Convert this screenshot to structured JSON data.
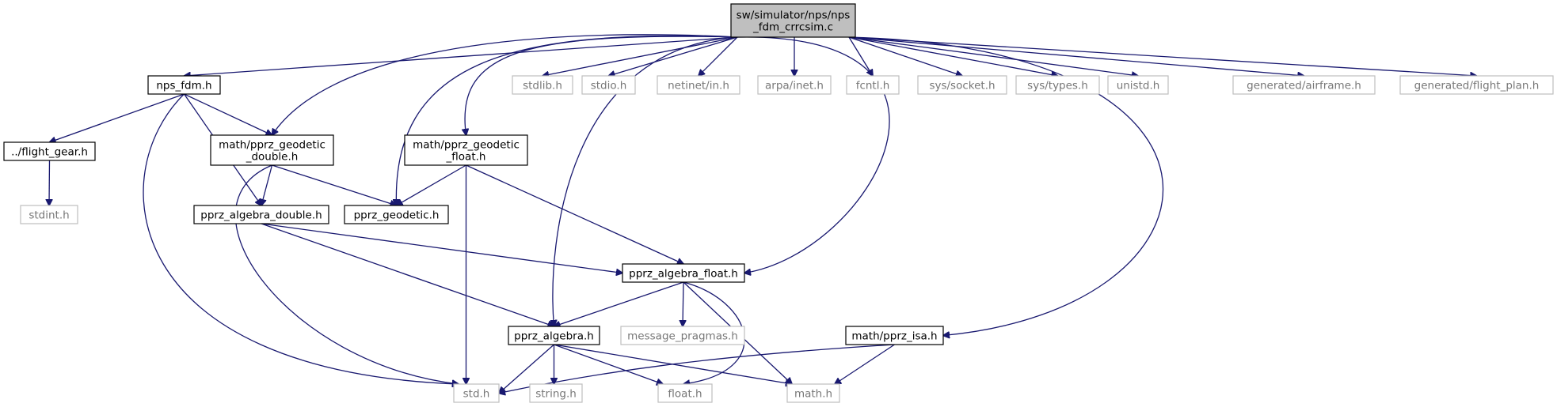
{
  "graph": {
    "root": {
      "id": "root",
      "lines": [
        "sw/simulator/nps/nps",
        "_fdm_crrcsim.c"
      ]
    },
    "nodes": [
      {
        "id": "nps_fdm",
        "lines": [
          "nps_fdm.h"
        ],
        "external": false
      },
      {
        "id": "stdlib",
        "lines": [
          "stdlib.h"
        ],
        "external": true
      },
      {
        "id": "stdio",
        "lines": [
          "stdio.h"
        ],
        "external": true
      },
      {
        "id": "netinet_in",
        "lines": [
          "netinet/in.h"
        ],
        "external": true
      },
      {
        "id": "arpa_inet",
        "lines": [
          "arpa/inet.h"
        ],
        "external": true
      },
      {
        "id": "fcntl",
        "lines": [
          "fcntl.h"
        ],
        "external": true
      },
      {
        "id": "sys_socket",
        "lines": [
          "sys/socket.h"
        ],
        "external": true
      },
      {
        "id": "sys_types",
        "lines": [
          "sys/types.h"
        ],
        "external": true
      },
      {
        "id": "unistd",
        "lines": [
          "unistd.h"
        ],
        "external": true
      },
      {
        "id": "gen_airframe",
        "lines": [
          "generated/airframe.h"
        ],
        "external": true
      },
      {
        "id": "gen_flight_plan",
        "lines": [
          "generated/flight_plan.h"
        ],
        "external": true
      },
      {
        "id": "flight_gear",
        "lines": [
          "../flight_gear.h"
        ],
        "external": false
      },
      {
        "id": "geodetic_double",
        "lines": [
          "math/pprz_geodetic",
          "_double.h"
        ],
        "external": false
      },
      {
        "id": "geodetic_float",
        "lines": [
          "math/pprz_geodetic",
          "_float.h"
        ],
        "external": false
      },
      {
        "id": "stdint",
        "lines": [
          "stdint.h"
        ],
        "external": true
      },
      {
        "id": "algebra_double",
        "lines": [
          "pprz_algebra_double.h"
        ],
        "external": false
      },
      {
        "id": "pprz_geodetic",
        "lines": [
          "pprz_geodetic.h"
        ],
        "external": false
      },
      {
        "id": "algebra_float",
        "lines": [
          "pprz_algebra_float.h"
        ],
        "external": false
      },
      {
        "id": "pprz_algebra",
        "lines": [
          "pprz_algebra.h"
        ],
        "external": false
      },
      {
        "id": "message_pragmas",
        "lines": [
          "message_pragmas.h"
        ],
        "external": true
      },
      {
        "id": "pprz_isa",
        "lines": [
          "math/pprz_isa.h"
        ],
        "external": false
      },
      {
        "id": "std",
        "lines": [
          "std.h"
        ],
        "external": true
      },
      {
        "id": "string",
        "lines": [
          "string.h"
        ],
        "external": true
      },
      {
        "id": "float",
        "lines": [
          "float.h"
        ],
        "external": true
      },
      {
        "id": "math",
        "lines": [
          "math.h"
        ],
        "external": true
      }
    ],
    "edges": [
      [
        "root",
        "nps_fdm"
      ],
      [
        "root",
        "stdlib"
      ],
      [
        "root",
        "stdio"
      ],
      [
        "root",
        "netinet_in"
      ],
      [
        "root",
        "arpa_inet"
      ],
      [
        "root",
        "fcntl"
      ],
      [
        "root",
        "sys_socket"
      ],
      [
        "root",
        "sys_types"
      ],
      [
        "root",
        "unistd"
      ],
      [
        "root",
        "gen_airframe"
      ],
      [
        "root",
        "gen_flight_plan"
      ],
      [
        "root",
        "geodetic_double"
      ],
      [
        "root",
        "geodetic_float"
      ],
      [
        "root",
        "pprz_geodetic"
      ],
      [
        "root",
        "pprz_algebra"
      ],
      [
        "root",
        "algebra_float"
      ],
      [
        "root",
        "pprz_isa"
      ],
      [
        "nps_fdm",
        "flight_gear"
      ],
      [
        "nps_fdm",
        "geodetic_double"
      ],
      [
        "nps_fdm",
        "algebra_double"
      ],
      [
        "nps_fdm",
        "std"
      ],
      [
        "flight_gear",
        "stdint"
      ],
      [
        "geodetic_double",
        "algebra_double"
      ],
      [
        "geodetic_double",
        "pprz_geodetic"
      ],
      [
        "geodetic_double",
        "std"
      ],
      [
        "geodetic_float",
        "pprz_geodetic"
      ],
      [
        "geodetic_float",
        "algebra_float"
      ],
      [
        "geodetic_float",
        "std"
      ],
      [
        "algebra_double",
        "algebra_float"
      ],
      [
        "algebra_double",
        "pprz_algebra"
      ],
      [
        "algebra_float",
        "pprz_algebra"
      ],
      [
        "algebra_float",
        "message_pragmas"
      ],
      [
        "algebra_float",
        "float"
      ],
      [
        "algebra_float",
        "math"
      ],
      [
        "pprz_algebra",
        "std"
      ],
      [
        "pprz_algebra",
        "string"
      ],
      [
        "pprz_algebra",
        "float"
      ],
      [
        "pprz_algebra",
        "math"
      ],
      [
        "pprz_isa",
        "std"
      ],
      [
        "pprz_isa",
        "math"
      ]
    ]
  }
}
